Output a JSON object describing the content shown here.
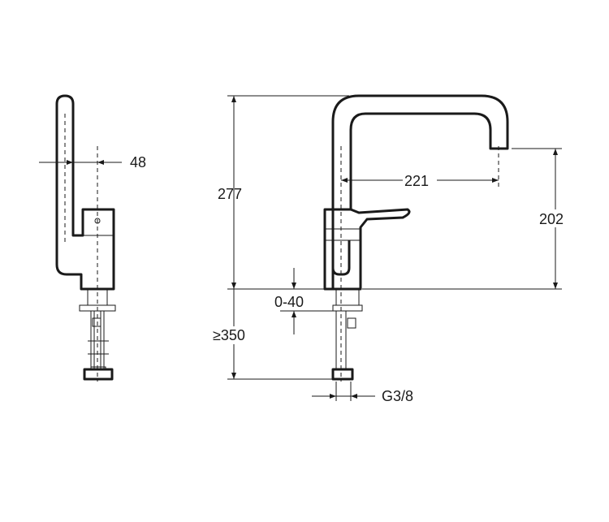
{
  "dimensions": {
    "side_offset": "48",
    "total_height": "277",
    "spout_reach": "221",
    "spout_height": "202",
    "deck_thickness": "0-40",
    "hose_length": "≥350",
    "connection": "G3/8"
  }
}
